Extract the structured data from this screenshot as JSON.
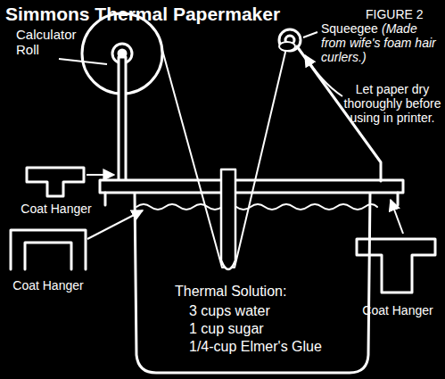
{
  "diagram": {
    "title": "Simmons Thermal Papermaker",
    "labels": [
      "FIGURE 2",
      "Calculator Roll",
      "Squeegee",
      "(Made from wife's foam hair curlers.)",
      "Let paper dry thoroughly before using in printer.",
      "Coat Hanger",
      "Coat Hanger",
      "Coat Hanger",
      "Thermal Solution:",
      "3 cups water",
      "1 cup sugar",
      "1/4-cup Elmer's Glue"
    ]
  }
}
